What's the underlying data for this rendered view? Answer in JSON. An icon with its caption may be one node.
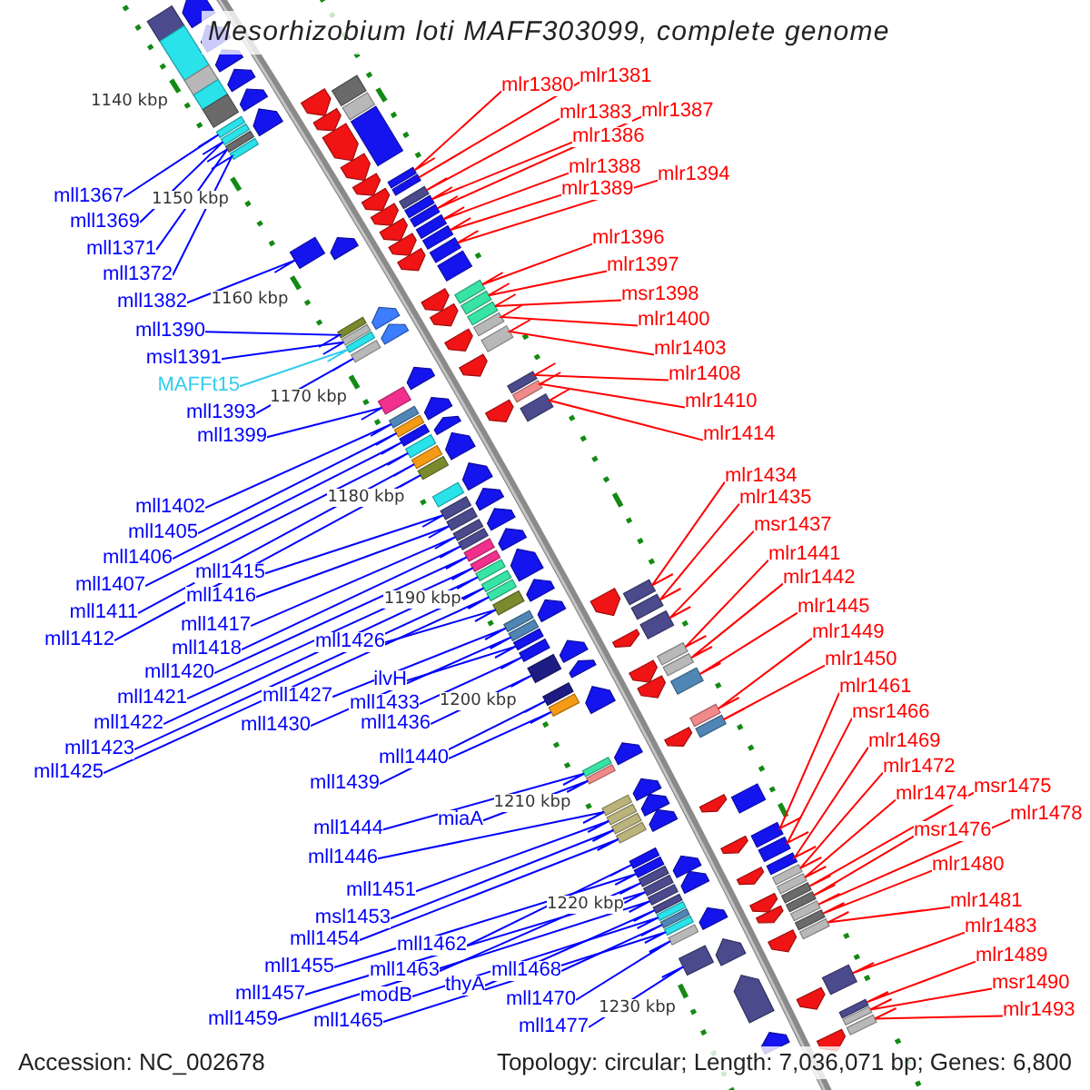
{
  "diagram": {
    "title": "Mesorhizobium loti MAFF303099, complete genome",
    "nodes": [
      {
        "text": [
          "mll1367"
        ]
      },
      {
        "text": [
          "mll1369"
        ]
      },
      {
        "text": [
          "mll1371"
        ]
      },
      {
        "text": [
          "mll1372"
        ]
      },
      {
        "text": [
          "mll1382"
        ]
      },
      {
        "text": [
          "mll1390"
        ]
      },
      {
        "text": [
          "msl1391"
        ]
      },
      {
        "text": [
          "MAFFt15"
        ]
      },
      {
        "text": [
          "mll1393"
        ]
      },
      {
        "text": [
          "mll1399"
        ]
      },
      {
        "text": [
          "mll1402"
        ]
      },
      {
        "text": [
          "mll1405"
        ]
      },
      {
        "text": [
          "mll1406"
        ]
      },
      {
        "text": [
          "mll1407"
        ]
      },
      {
        "text": [
          "mll1411"
        ]
      },
      {
        "text": [
          "mll1412"
        ]
      },
      {
        "text": [
          "mll1415"
        ]
      },
      {
        "text": [
          "mll1416"
        ]
      },
      {
        "text": [
          "mll1417"
        ]
      },
      {
        "text": [
          "mll1418"
        ]
      },
      {
        "text": [
          "mll1420"
        ]
      },
      {
        "text": [
          "mll1421"
        ]
      },
      {
        "text": [
          "mll1422"
        ]
      },
      {
        "text": [
          "mll1423"
        ]
      },
      {
        "text": [
          "mll1425"
        ]
      },
      {
        "text": [
          "mll1426"
        ]
      },
      {
        "text": [
          "mll1427"
        ]
      },
      {
        "text": [
          "mll1430"
        ]
      },
      {
        "text": [
          "ilvH"
        ]
      },
      {
        "text": [
          "mll1433"
        ]
      },
      {
        "text": [
          "mll1436"
        ]
      },
      {
        "text": [
          "mll1439"
        ]
      },
      {
        "text": [
          "mll1440"
        ]
      },
      {
        "text": [
          "mll1444"
        ]
      },
      {
        "text": [
          "mll1446"
        ]
      },
      {
        "text": [
          "miaA"
        ]
      },
      {
        "text": [
          "mll1451"
        ]
      },
      {
        "text": [
          "msl1453"
        ]
      },
      {
        "text": [
          "mll1454"
        ]
      },
      {
        "text": [
          "mll1455"
        ]
      },
      {
        "text": [
          "mll1457"
        ]
      },
      {
        "text": [
          "mll1459"
        ]
      },
      {
        "text": [
          "mll1462"
        ]
      },
      {
        "text": [
          "mll1463"
        ]
      },
      {
        "text": [
          "modB"
        ]
      },
      {
        "text": [
          "thyA"
        ]
      },
      {
        "text": [
          "mll1465"
        ]
      },
      {
        "text": [
          "mll1468"
        ]
      },
      {
        "text": [
          "mll1470"
        ]
      },
      {
        "text": [
          "mll1477"
        ]
      },
      {
        "text": [
          "mlr1380"
        ]
      },
      {
        "text": [
          "mlr1381"
        ]
      },
      {
        "text": [
          "mlr1383"
        ]
      },
      {
        "text": [
          "mlr1386"
        ]
      },
      {
        "text": [
          "mlr1387"
        ]
      },
      {
        "text": [
          "mlr1388"
        ]
      },
      {
        "text": [
          "mlr1389"
        ]
      },
      {
        "text": [
          "mlr1394"
        ]
      },
      {
        "text": [
          "mlr1396"
        ]
      },
      {
        "text": [
          "mlr1397"
        ]
      },
      {
        "text": [
          "msr1398"
        ]
      },
      {
        "text": [
          "mlr1400"
        ]
      },
      {
        "text": [
          "mlr1403"
        ]
      },
      {
        "text": [
          "mlr1408"
        ]
      },
      {
        "text": [
          "mlr1410"
        ]
      },
      {
        "text": [
          "mlr1414"
        ]
      },
      {
        "text": [
          "mlr1434"
        ]
      },
      {
        "text": [
          "mlr1435"
        ]
      },
      {
        "text": [
          "msr1437"
        ]
      },
      {
        "text": [
          "mlr1441"
        ]
      },
      {
        "text": [
          "mlr1442"
        ]
      },
      {
        "text": [
          "mlr1445"
        ]
      },
      {
        "text": [
          "mlr1449"
        ]
      },
      {
        "text": [
          "mlr1450"
        ]
      },
      {
        "text": [
          "mlr1461"
        ]
      },
      {
        "text": [
          "msr1466"
        ]
      },
      {
        "text": [
          "mlr1469"
        ]
      },
      {
        "text": [
          "mlr1472"
        ]
      },
      {
        "text": [
          "mlr1474"
        ]
      },
      {
        "text": [
          "msr1475"
        ]
      },
      {
        "text": [
          "msr1476"
        ]
      },
      {
        "text": [
          "mlr1478"
        ]
      },
      {
        "text": [
          "mlr1480"
        ]
      },
      {
        "text": [
          "mlr1481"
        ]
      },
      {
        "text": [
          "mlr1483"
        ]
      },
      {
        "text": [
          "mlr1489"
        ]
      },
      {
        "text": [
          "msr1490"
        ]
      },
      {
        "text": [
          "mlr1493"
        ]
      },
      {
        "text": [],
        "shape": "box"
      },
      {
        "text": [],
        "shape": "box"
      },
      {
        "text": [],
        "shape": "box"
      },
      {
        "text": [],
        "shape": "box"
      },
      {
        "text": [],
        "shape": "box"
      },
      {
        "text": [],
        "shape": "box"
      },
      {
        "text": [],
        "shape": "box"
      },
      {
        "text": [],
        "shape": "box"
      },
      {
        "text": [],
        "shape": "box"
      },
      {
        "text": [],
        "shape": "box"
      },
      {
        "text": [],
        "shape": "box"
      },
      {
        "text": [],
        "shape": "box"
      },
      {
        "text": [],
        "shape": "box"
      },
      {
        "text": [],
        "shape": "box"
      },
      {
        "text": [],
        "shape": "box"
      },
      {
        "text": [],
        "shape": "box"
      },
      {
        "text": [],
        "shape": "box"
      },
      {
        "text": [],
        "shape": "box"
      },
      {
        "text": [],
        "shape": "box"
      },
      {
        "text": [],
        "shape": "box"
      },
      {
        "text": [],
        "shape": "box"
      },
      {
        "text": [],
        "shape": "box"
      },
      {
        "text": [],
        "shape": "box"
      },
      {
        "text": [],
        "shape": "box"
      },
      {
        "text": [],
        "shape": "box"
      },
      {
        "text": [],
        "shape": "box"
      },
      {
        "text": [],
        "shape": "box"
      },
      {
        "text": [],
        "shape": "box"
      },
      {
        "text": [],
        "shape": "box"
      },
      {
        "text": [],
        "shape": "box"
      },
      {
        "text": [],
        "shape": "box"
      },
      {
        "text": [],
        "shape": "box"
      },
      {
        "text": [],
        "shape": "box"
      },
      {
        "text": [],
        "shape": "box"
      },
      {
        "text": [],
        "shape": "box"
      },
      {
        "text": [],
        "shape": "box"
      },
      {
        "text": [],
        "shape": "box"
      },
      {
        "text": [],
        "shape": "box"
      },
      {
        "text": [],
        "shape": "box"
      },
      {
        "text": [],
        "shape": "box"
      },
      {
        "text": [],
        "shape": "box"
      },
      {
        "text": [],
        "shape": "box"
      },
      {
        "text": [],
        "shape": "box"
      },
      {
        "text": [],
        "shape": "box"
      },
      {
        "text": [],
        "shape": "box"
      },
      {
        "text": [],
        "shape": "box"
      },
      {
        "text": [],
        "shape": "box"
      },
      {
        "text": [],
        "shape": "box"
      },
      {
        "text": [],
        "shape": "box"
      },
      {
        "text": [],
        "shape": "box"
      },
      {
        "text": [],
        "shape": "box"
      },
      {
        "text": [],
        "shape": "box"
      },
      {
        "text": [],
        "shape": "box"
      },
      {
        "text": [],
        "shape": "box"
      },
      {
        "text": [],
        "shape": "box"
      },
      {
        "text": [],
        "shape": "box"
      },
      {
        "text": [],
        "shape": "box"
      },
      {
        "text": [],
        "shape": "box"
      },
      {
        "text": [],
        "shape": "box"
      },
      {
        "text": [],
        "shape": "box"
      },
      {
        "text": [],
        "shape": "box"
      },
      {
        "text": [],
        "shape": "box"
      },
      {
        "text": [],
        "shape": "box"
      },
      {
        "text": [],
        "shape": "box"
      },
      {
        "text": [],
        "shape": "box"
      },
      {
        "text": [],
        "shape": "box"
      },
      {
        "text": [],
        "shape": "box"
      },
      {
        "text": [],
        "shape": "box"
      },
      {
        "text": [],
        "shape": "box"
      },
      {
        "text": [],
        "shape": "box"
      },
      {
        "text": [],
        "shape": "box"
      },
      {
        "text": [],
        "shape": "box"
      },
      {
        "text": [],
        "shape": "box"
      },
      {
        "text": [],
        "shape": "box"
      },
      {
        "text": [],
        "shape": "box"
      },
      {
        "text": [],
        "shape": "box"
      },
      {
        "text": [],
        "shape": "box"
      },
      {
        "text": [],
        "shape": "box"
      },
      {
        "text": [],
        "shape": "box"
      },
      {
        "text": [],
        "shape": "box"
      },
      {
        "text": [],
        "shape": "box"
      },
      {
        "text": [],
        "shape": "box"
      },
      {
        "text": [],
        "shape": "box"
      },
      {
        "text": [],
        "shape": "box"
      },
      {
        "text": [],
        "shape": "box"
      },
      {
        "text": [],
        "shape": "box"
      },
      {
        "text": [],
        "shape": "box"
      },
      {
        "text": [],
        "shape": "box"
      },
      {
        "text": [],
        "shape": "box"
      },
      {
        "text": [],
        "shape": "box"
      },
      {
        "text": [],
        "shape": "box"
      },
      {
        "text": [],
        "shape": "box"
      },
      {
        "text": [],
        "shape": "box"
      },
      {
        "text": [],
        "shape": "box"
      },
      {
        "text": [],
        "shape": "box"
      },
      {
        "text": [],
        "shape": "box"
      },
      {
        "text": [],
        "shape": "box"
      },
      {
        "text": [],
        "shape": "box"
      },
      {
        "text": [],
        "shape": "box"
      },
      {
        "text": [],
        "shape": "pentagon"
      },
      {
        "text": [],
        "shape": "pentagon"
      },
      {
        "text": [],
        "shape": "pentagon"
      },
      {
        "text": [],
        "shape": "pentagon"
      },
      {
        "text": [],
        "shape": "pentagon"
      },
      {
        "text": [],
        "shape": "pentagon"
      },
      {
        "text": [],
        "shape": "pentagon"
      },
      {
        "text": [],
        "shape": "pentagon"
      },
      {
        "text": [],
        "shape": "pentagon"
      },
      {
        "text": [],
        "shape": "pentagon"
      },
      {
        "text": [],
        "shape": "pentagon"
      },
      {
        "text": [],
        "shape": "pentagon"
      },
      {
        "text": [],
        "shape": "pentagon"
      },
      {
        "text": [],
        "shape": "pentagon"
      },
      {
        "text": [],
        "shape": "pentagon"
      },
      {
        "text": [],
        "shape": "pentagon"
      },
      {
        "text": [],
        "shape": "pentagon"
      },
      {
        "text": [],
        "shape": "pentagon"
      },
      {
        "text": [],
        "shape": "pentagon"
      },
      {
        "text": [],
        "shape": "pentagon"
      },
      {
        "text": [],
        "shape": "pentagon"
      },
      {
        "text": [],
        "shape": "pentagon"
      },
      {
        "text": [],
        "shape": "pentagon"
      },
      {
        "text": [],
        "shape": "pentagon"
      },
      {
        "text": [],
        "shape": "pentagon"
      },
      {
        "text": [],
        "shape": "pentagon"
      },
      {
        "text": [],
        "shape": "pentagon"
      },
      {
        "text": [],
        "shape": "pentagon"
      },
      {
        "text": [],
        "shape": "pentagon"
      },
      {
        "text": [],
        "shape": "pentagon"
      },
      {
        "text": [],
        "shape": "pentagon"
      },
      {
        "text": [],
        "shape": "pentagon"
      },
      {
        "text": [],
        "shape": "pentagon"
      },
      {
        "text": [],
        "shape": "pentagon"
      },
      {
        "text": [],
        "shape": "pentagon"
      },
      {
        "text": [],
        "shape": "pentagon"
      },
      {
        "text": [],
        "shape": "pentagon"
      },
      {
        "text": [],
        "shape": "pentagon"
      },
      {
        "text": [],
        "shape": "pentagon"
      },
      {
        "text": [],
        "shape": "pentagon"
      },
      {
        "text": [],
        "shape": "pentagon"
      },
      {
        "text": [],
        "shape": "pentagon"
      },
      {
        "text": [],
        "shape": "pentagon"
      },
      {
        "text": [],
        "shape": "pentagon"
      },
      {
        "text": [],
        "shape": "pentagon"
      },
      {
        "text": [],
        "shape": "pentagon"
      },
      {
        "text": [],
        "shape": "pentagon"
      },
      {
        "text": [],
        "shape": "pentagon"
      },
      {
        "text": [],
        "shape": "pentagon"
      },
      {
        "text": [],
        "shape": "pentagon"
      },
      {
        "text": [],
        "shape": "pentagon"
      },
      {
        "text": [],
        "shape": "pentagon"
      },
      {
        "text": [],
        "shape": "pentagon"
      },
      {
        "text": [],
        "shape": "pentagon"
      },
      {
        "text": [],
        "shape": "pentagon"
      },
      {
        "text": [],
        "shape": "pentagon"
      },
      {
        "text": [],
        "shape": "pentagon"
      },
      {
        "text": [],
        "shape": "pentagon"
      },
      {
        "text": [],
        "shape": "pentagon"
      },
      {
        "text": [],
        "shape": "pentagon"
      },
      {
        "text": [],
        "shape": "pentagon"
      }
    ],
    "edges": [
      {
        "from": 0,
        "to": 88,
        "arrow": "none"
      },
      {
        "from": 1,
        "to": 89,
        "arrow": "none"
      },
      {
        "from": 2,
        "to": 90,
        "arrow": "none"
      },
      {
        "from": 3,
        "to": 91,
        "arrow": "none"
      },
      {
        "from": 4,
        "to": 92,
        "arrow": "none"
      },
      {
        "from": 5,
        "to": 93,
        "arrow": "none"
      },
      {
        "from": 6,
        "to": 94,
        "arrow": "none"
      },
      {
        "from": 7,
        "to": 95,
        "arrow": "none",
        "color": "#33ccee"
      },
      {
        "from": 8,
        "to": 96,
        "arrow": "none"
      },
      {
        "from": 9,
        "to": 97,
        "arrow": "none"
      },
      {
        "from": 10,
        "to": 98,
        "arrow": "none"
      },
      {
        "from": 11,
        "to": 99,
        "arrow": "none"
      },
      {
        "from": 12,
        "to": 100,
        "arrow": "none"
      },
      {
        "from": 13,
        "to": 101,
        "arrow": "none"
      },
      {
        "from": 14,
        "to": 102,
        "arrow": "none"
      },
      {
        "from": 15,
        "to": 103,
        "arrow": "none"
      },
      {
        "from": 16,
        "to": 104,
        "arrow": "none"
      },
      {
        "from": 17,
        "to": 105,
        "arrow": "none"
      },
      {
        "from": 18,
        "to": 106,
        "arrow": "none"
      },
      {
        "from": 19,
        "to": 107,
        "arrow": "none"
      },
      {
        "from": 20,
        "to": 108,
        "arrow": "none"
      },
      {
        "from": 21,
        "to": 109,
        "arrow": "none"
      },
      {
        "from": 22,
        "to": 110,
        "arrow": "none"
      },
      {
        "from": 23,
        "to": 111,
        "arrow": "none"
      },
      {
        "from": 24,
        "to": 112,
        "arrow": "none"
      },
      {
        "from": 25,
        "to": 113,
        "arrow": "none"
      },
      {
        "from": 26,
        "to": 114,
        "arrow": "none"
      },
      {
        "from": 27,
        "to": 115,
        "arrow": "none"
      },
      {
        "from": 28,
        "to": 116,
        "arrow": "none"
      },
      {
        "from": 29,
        "to": 117,
        "arrow": "none"
      },
      {
        "from": 30,
        "to": 118,
        "arrow": "none"
      },
      {
        "from": 31,
        "to": 119,
        "arrow": "none"
      },
      {
        "from": 32,
        "to": 120,
        "arrow": "none"
      },
      {
        "from": 33,
        "to": 121,
        "arrow": "none"
      },
      {
        "from": 34,
        "to": 122,
        "arrow": "none"
      },
      {
        "from": 35,
        "to": 123,
        "arrow": "none"
      },
      {
        "from": 36,
        "to": 124,
        "arrow": "none"
      },
      {
        "from": 37,
        "to": 125,
        "arrow": "none"
      },
      {
        "from": 38,
        "to": 126,
        "arrow": "none"
      },
      {
        "from": 39,
        "to": 127,
        "arrow": "none"
      },
      {
        "from": 40,
        "to": 128,
        "arrow": "none"
      },
      {
        "from": 41,
        "to": 129,
        "arrow": "none"
      },
      {
        "from": 42,
        "to": 130,
        "arrow": "none"
      },
      {
        "from": 43,
        "to": 131,
        "arrow": "none"
      },
      {
        "from": 44,
        "to": 132,
        "arrow": "none"
      },
      {
        "from": 45,
        "to": 133,
        "arrow": "none"
      },
      {
        "from": 46,
        "to": 134,
        "arrow": "none"
      },
      {
        "from": 47,
        "to": 135,
        "arrow": "none"
      },
      {
        "from": 48,
        "to": 136,
        "arrow": "none"
      },
      {
        "from": 49,
        "to": 137,
        "arrow": "none"
      },
      {
        "from": 50,
        "to": 138,
        "arrow": "none",
        "color": "#ff0000"
      },
      {
        "from": 51,
        "to": 139,
        "arrow": "none",
        "color": "#ff0000"
      },
      {
        "from": 52,
        "to": 140,
        "arrow": "none",
        "color": "#ff0000"
      },
      {
        "from": 53,
        "to": 141,
        "arrow": "none",
        "color": "#ff0000"
      },
      {
        "from": 54,
        "to": 142,
        "arrow": "none",
        "color": "#ff0000"
      },
      {
        "from": 55,
        "to": 143,
        "arrow": "none",
        "color": "#ff0000"
      },
      {
        "from": 56,
        "to": 144,
        "arrow": "none",
        "color": "#ff0000"
      },
      {
        "from": 57,
        "to": 145,
        "arrow": "none",
        "color": "#ff0000"
      },
      {
        "from": 58,
        "to": 146,
        "arrow": "none",
        "color": "#ff0000"
      },
      {
        "from": 59,
        "to": 147,
        "arrow": "none",
        "color": "#ff0000"
      },
      {
        "from": 60,
        "to": 148,
        "arrow": "none",
        "color": "#ff0000"
      },
      {
        "from": 61,
        "to": 149,
        "arrow": "none",
        "color": "#ff0000"
      },
      {
        "from": 62,
        "to": 150,
        "arrow": "none",
        "color": "#ff0000"
      },
      {
        "from": 63,
        "to": 151,
        "arrow": "none",
        "color": "#ff0000"
      },
      {
        "from": 64,
        "to": 152,
        "arrow": "none",
        "color": "#ff0000"
      },
      {
        "from": 65,
        "to": 153,
        "arrow": "none",
        "color": "#ff0000"
      },
      {
        "from": 66,
        "to": 154,
        "arrow": "none",
        "color": "#ff0000"
      },
      {
        "from": 67,
        "to": 155,
        "arrow": "none",
        "color": "#ff0000"
      },
      {
        "from": 68,
        "to": 156,
        "arrow": "none",
        "color": "#ff0000"
      },
      {
        "from": 69,
        "to": 157,
        "arrow": "none",
        "color": "#ff0000"
      },
      {
        "from": 70,
        "to": 158,
        "arrow": "none",
        "color": "#ff0000"
      },
      {
        "from": 71,
        "to": 159,
        "arrow": "none",
        "color": "#ff0000"
      },
      {
        "from": 72,
        "to": 160,
        "arrow": "none",
        "color": "#ff0000"
      },
      {
        "from": 73,
        "to": 161,
        "arrow": "none",
        "color": "#ff0000"
      },
      {
        "from": 74,
        "to": 162,
        "arrow": "none",
        "color": "#ff0000"
      },
      {
        "from": 75,
        "to": 163,
        "arrow": "none",
        "color": "#ff0000"
      },
      {
        "from": 76,
        "to": 164,
        "arrow": "none",
        "color": "#ff0000"
      },
      {
        "from": 77,
        "to": 165,
        "arrow": "none",
        "color": "#ff0000"
      },
      {
        "from": 78,
        "to": 166,
        "arrow": "none",
        "color": "#ff0000"
      },
      {
        "from": 79,
        "to": 167,
        "arrow": "none",
        "color": "#ff0000"
      },
      {
        "from": 80,
        "to": 168,
        "arrow": "none",
        "color": "#ff0000"
      },
      {
        "from": 81,
        "to": 169,
        "arrow": "none",
        "color": "#ff0000"
      },
      {
        "from": 82,
        "to": 170,
        "arrow": "none",
        "color": "#ff0000"
      },
      {
        "from": 83,
        "to": 171,
        "arrow": "none",
        "color": "#ff0000"
      },
      {
        "from": 84,
        "to": 172,
        "arrow": "none",
        "color": "#ff0000"
      },
      {
        "from": 85,
        "to": 173,
        "arrow": "none",
        "color": "#ff0000"
      },
      {
        "from": 86,
        "to": 174,
        "arrow": "none",
        "color": "#ff0000"
      },
      {
        "from": 87,
        "to": 175,
        "arrow": "none",
        "color": "#ff0000"
      }
    ],
    "labels": [
      "1140 kbp",
      "1150 kbp",
      "1160 kbp",
      "1170 kbp",
      "1180 kbp",
      "1190 kbp",
      "1200 kbp",
      "1210 kbp",
      "1220 kbp",
      "1230 kbp",
      "Accession: NC_002678",
      "Topology: circular; Length: 7,036,071 bp; Genes: 6,800"
    ]
  }
}
